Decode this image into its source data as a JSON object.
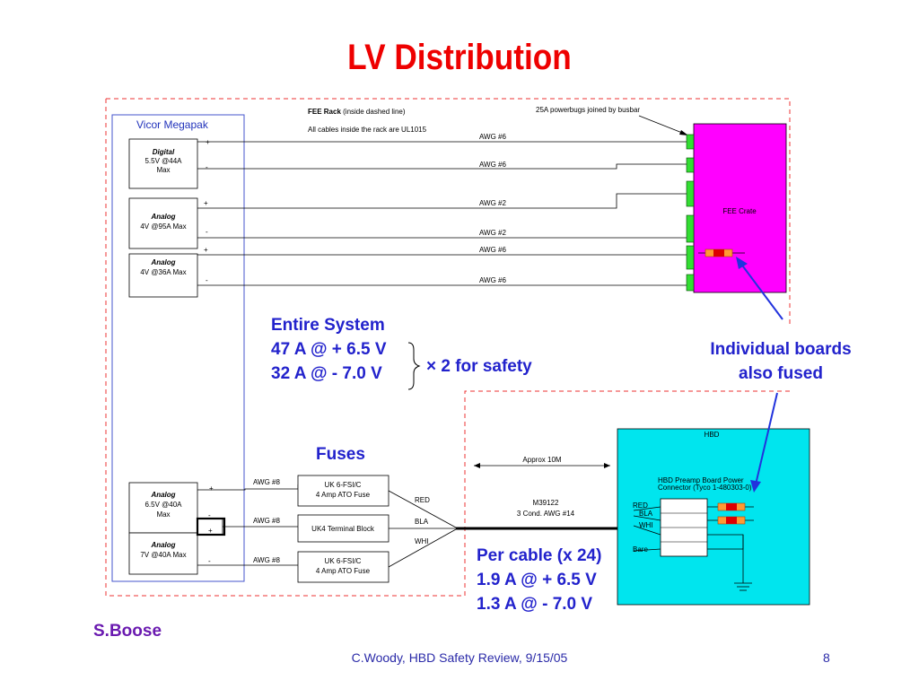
{
  "title": "LV Distribution",
  "vicor": {
    "label": "Vicor Megapak",
    "modules": [
      {
        "name": "Digital",
        "spec": "5.5V @44A",
        "spec2": "Max"
      },
      {
        "name": "Analog",
        "spec": "4V @95A Max",
        "spec2": ""
      },
      {
        "name": "Analog",
        "spec": "4V @36A Max",
        "spec2": ""
      },
      {
        "name": "Analog",
        "spec": "6.5V @40A",
        "spec2": "Max"
      },
      {
        "name": "Analog",
        "spec": "7V @40A Max",
        "spec2": ""
      }
    ]
  },
  "rack": {
    "title_bold": "FEE Rack",
    "title_rest": " (inside dashed line)",
    "cables_note": "All cables inside the rack are UL1015",
    "powerbugs_note": "25A powerbugs joined by busbar",
    "crate_label": "FEE Crate"
  },
  "wires": {
    "plus": "+",
    "minus": "-",
    "awg6": "AWG #6",
    "awg2": "AWG #2",
    "awg8": "AWG #8"
  },
  "entire_system": {
    "heading": "Entire System",
    "line1": "47 A @ + 6.5 V",
    "line2": "32 A @ - 7.0 V",
    "safety": "× 2 for safety"
  },
  "individual": {
    "line1": "Individual boards",
    "line2": "also fused"
  },
  "fuses": {
    "heading": "Fuses",
    "fuse1": [
      "UK 6-FSI/C",
      "4 Amp ATO Fuse"
    ],
    "terminal": "UK4 Terminal Block",
    "fuse2": [
      "UK 6-FSI/C",
      "4 Amp ATO Fuse"
    ],
    "colors": [
      "RED",
      "BLA",
      "WHI"
    ]
  },
  "cable": {
    "distance": "Approx 10M",
    "part": "M39122",
    "spec": "3 Cond. AWG #14"
  },
  "hbd": {
    "label": "HBD",
    "connector": [
      "HBD Preamp Board Power",
      "Connector (Tyco 1-480303-0)"
    ],
    "pins": [
      "RED",
      "BLA",
      "WHI",
      "Bare"
    ]
  },
  "per_cable": {
    "line1": "Per cable (x 24)",
    "line2": "1.9 A @ + 6.5 V",
    "line3": "1.3 A @ - 7.0 V"
  },
  "author": "S.Boose",
  "footer": "C.Woody, HBD Safety Review, 9/15/05",
  "page_number": "8",
  "colors": {
    "title": "#ee0000",
    "fee_crate": "#ff00ff",
    "hbd": "#00e5ee",
    "text_blue": "#2222cc",
    "dashed": "#ee3333",
    "vicor_border": "#4455cc"
  }
}
